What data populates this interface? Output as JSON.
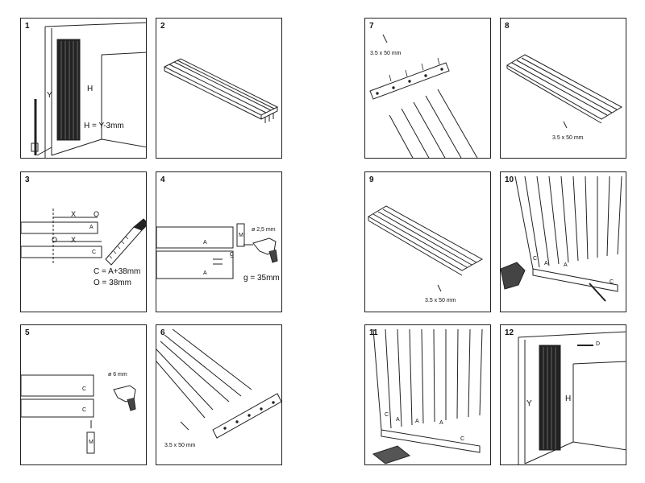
{
  "steps": [
    {
      "number": "1",
      "labels": {
        "y": "Y",
        "h": "H",
        "formula": "H = Y-3mm"
      }
    },
    {
      "number": "2"
    },
    {
      "number": "3",
      "labels": {
        "x1": "X",
        "o1": "O",
        "a": "A",
        "o2": "O",
        "x2": "X",
        "c": "C",
        "formula_c": "C = A+38mm",
        "formula_o": "O = 38mm"
      }
    },
    {
      "number": "4",
      "labels": {
        "a1": "A",
        "a2": "A",
        "drill": "ø 2,5 mm",
        "m": "M",
        "g1": "g",
        "formula_g": "g = 35mm"
      }
    },
    {
      "number": "5",
      "labels": {
        "drill": "ø 6 mm",
        "c1": "C",
        "c2": "C",
        "m": "M"
      }
    },
    {
      "number": "6",
      "labels": {
        "screw": "3.5 x 50 mm"
      }
    },
    {
      "number": "7",
      "labels": {
        "screw": "3.5 x 50 mm"
      }
    },
    {
      "number": "8",
      "labels": {
        "screw": "3.5 x 50 mm"
      }
    },
    {
      "number": "9",
      "labels": {
        "screw": "3.5 x 50 mm"
      }
    },
    {
      "number": "10",
      "labels": {
        "c": "C",
        "a1": "A",
        "a2": "A",
        "c2": "C"
      }
    },
    {
      "number": "11",
      "labels": {
        "c": "C",
        "a1": "A",
        "a2": "A",
        "a3": "A",
        "c2": "C"
      }
    },
    {
      "number": "12",
      "labels": {
        "y": "Y",
        "h": "H",
        "d": "D"
      }
    }
  ]
}
